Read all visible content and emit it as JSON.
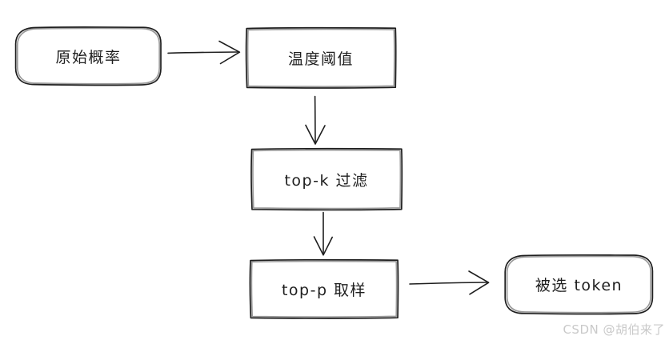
{
  "diagram": {
    "type": "flowchart",
    "nodes": [
      {
        "id": "raw-probability",
        "label": "原始概率",
        "shape": "rounded-rect"
      },
      {
        "id": "temperature-threshold",
        "label": "温度阈值",
        "shape": "rect"
      },
      {
        "id": "top-k-filter",
        "label": "top-k 过滤",
        "shape": "rect"
      },
      {
        "id": "top-p-sampling",
        "label": "top-p 取样",
        "shape": "rect"
      },
      {
        "id": "selected-token",
        "label": "被选 token",
        "shape": "rounded-rect"
      }
    ],
    "edges": [
      {
        "from": "raw-probability",
        "to": "temperature-threshold",
        "direction": "right"
      },
      {
        "from": "temperature-threshold",
        "to": "top-k-filter",
        "direction": "down"
      },
      {
        "from": "top-k-filter",
        "to": "top-p-sampling",
        "direction": "down"
      },
      {
        "from": "top-p-sampling",
        "to": "selected-token",
        "direction": "right"
      }
    ]
  },
  "watermark": {
    "text": "CSDN @胡伯来了"
  },
  "colors": {
    "ink": "#1e1e1e",
    "background": "#ffffff",
    "watermark": "#c9c9c9"
  }
}
